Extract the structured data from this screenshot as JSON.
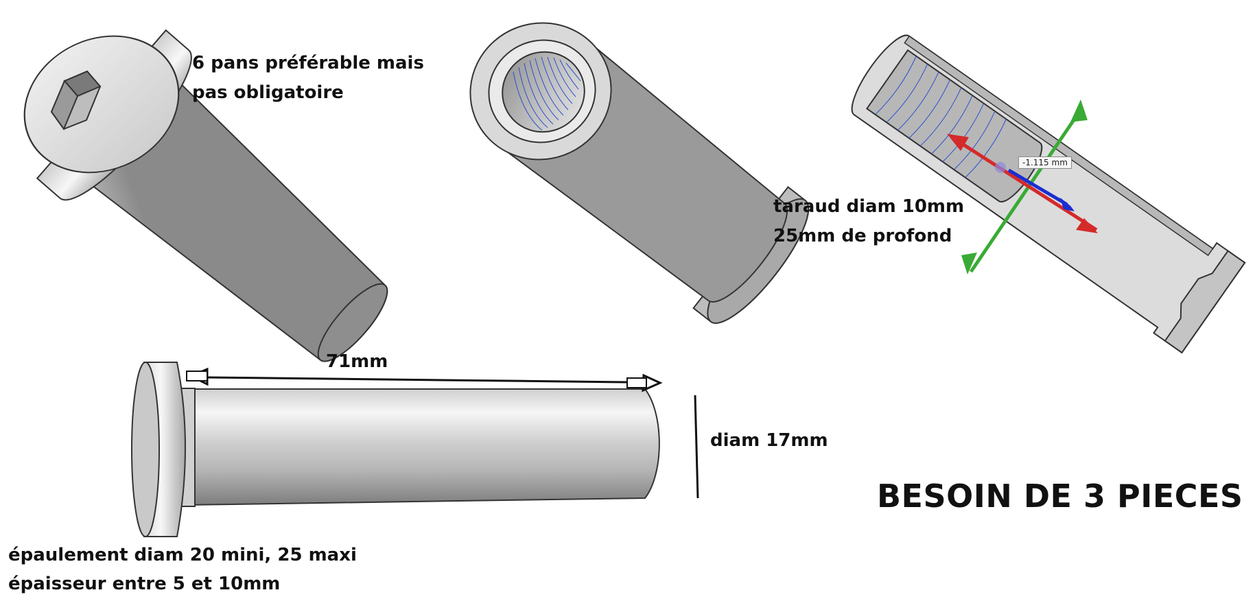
{
  "annotations": {
    "hex_note_line1": "6 pans préférable mais",
    "hex_note_line2": "pas obligatoire",
    "tap_note_line1": "taraud diam 10mm",
    "tap_note_line2": "25mm de profond",
    "length_label": "71mm",
    "diameter_label": "diam 17mm",
    "shoulder_note_line1": "épaulement diam 20 mini, 25 maxi",
    "shoulder_note_line2": "épaisseur entre 5 et 10mm",
    "quantity_note": "BESOIN DE 3 PIECES"
  },
  "measurement_readout": "-1.115 mm",
  "colors": {
    "axis_x": "#d42a2a",
    "axis_y": "#3aaa35",
    "axis_z": "#1a2ed1",
    "thread_lines": "#2a4fd0"
  }
}
